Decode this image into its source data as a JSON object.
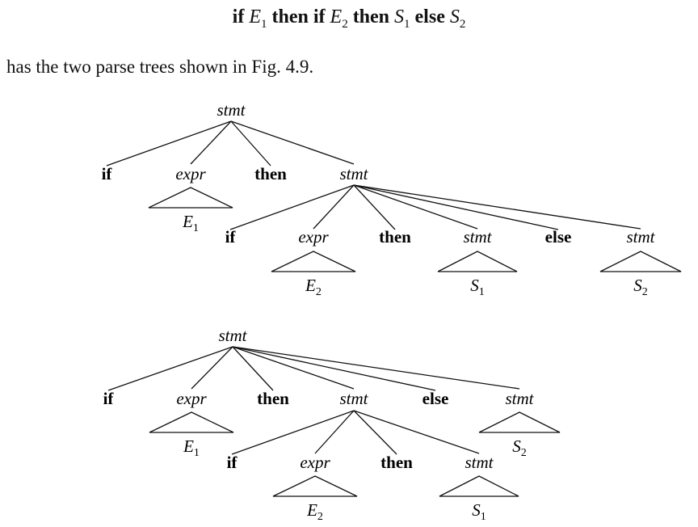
{
  "heading": {
    "kw_if_1": "if",
    "e1_letter": "E",
    "e1_sub": "1",
    "kw_then_1": "then",
    "kw_if_2": "if",
    "e2_letter": "E",
    "e2_sub": "2",
    "kw_then_2": "then",
    "s1_letter": "S",
    "s1_sub": "1",
    "kw_else": "else",
    "s2_letter": "S",
    "s2_sub": "2"
  },
  "caption": "has the two parse trees shown in Fig. 4.9.",
  "trees": [
    {
      "nodes": [
        {
          "id": "t1-root",
          "label": "stmt",
          "kind": "nonterminal"
        },
        {
          "id": "t1-if",
          "label": "if",
          "kind": "keyword"
        },
        {
          "id": "t1-expr",
          "label": "expr",
          "kind": "nonterminal",
          "subtree": {
            "letter": "E",
            "sub": "1"
          }
        },
        {
          "id": "t1-then",
          "label": "then",
          "kind": "keyword"
        },
        {
          "id": "t1-stmt",
          "label": "stmt",
          "kind": "nonterminal"
        },
        {
          "id": "t1-if2",
          "label": "if",
          "kind": "keyword"
        },
        {
          "id": "t1-expr2",
          "label": "expr",
          "kind": "nonterminal",
          "subtree": {
            "letter": "E",
            "sub": "2"
          }
        },
        {
          "id": "t1-then2",
          "label": "then",
          "kind": "keyword"
        },
        {
          "id": "t1-stmt-s1",
          "label": "stmt",
          "kind": "nonterminal",
          "subtree": {
            "letter": "S",
            "sub": "1"
          }
        },
        {
          "id": "t1-else",
          "label": "else",
          "kind": "keyword"
        },
        {
          "id": "t1-stmt-s2",
          "label": "stmt",
          "kind": "nonterminal",
          "subtree": {
            "letter": "S",
            "sub": "2"
          }
        }
      ],
      "edges": [
        [
          "t1-root",
          "t1-if"
        ],
        [
          "t1-root",
          "t1-expr"
        ],
        [
          "t1-root",
          "t1-then"
        ],
        [
          "t1-root",
          "t1-stmt"
        ],
        [
          "t1-stmt",
          "t1-if2"
        ],
        [
          "t1-stmt",
          "t1-expr2"
        ],
        [
          "t1-stmt",
          "t1-then2"
        ],
        [
          "t1-stmt",
          "t1-stmt-s1"
        ],
        [
          "t1-stmt",
          "t1-else"
        ],
        [
          "t1-stmt",
          "t1-stmt-s2"
        ]
      ]
    },
    {
      "nodes": [
        {
          "id": "t2-root",
          "label": "stmt",
          "kind": "nonterminal"
        },
        {
          "id": "t2-if",
          "label": "if",
          "kind": "keyword"
        },
        {
          "id": "t2-expr",
          "label": "expr",
          "kind": "nonterminal",
          "subtree": {
            "letter": "E",
            "sub": "1"
          }
        },
        {
          "id": "t2-then",
          "label": "then",
          "kind": "keyword"
        },
        {
          "id": "t2-stmt",
          "label": "stmt",
          "kind": "nonterminal"
        },
        {
          "id": "t2-else",
          "label": "else",
          "kind": "keyword"
        },
        {
          "id": "t2-stmt-s2",
          "label": "stmt",
          "kind": "nonterminal",
          "subtree": {
            "letter": "S",
            "sub": "2"
          }
        },
        {
          "id": "t2-if2",
          "label": "if",
          "kind": "keyword"
        },
        {
          "id": "t2-expr2",
          "label": "expr",
          "kind": "nonterminal",
          "subtree": {
            "letter": "E",
            "sub": "2"
          }
        },
        {
          "id": "t2-then2",
          "label": "then",
          "kind": "keyword"
        },
        {
          "id": "t2-stmt-s1",
          "label": "stmt",
          "kind": "nonterminal",
          "subtree": {
            "letter": "S",
            "sub": "1"
          }
        }
      ],
      "edges": [
        [
          "t2-root",
          "t2-if"
        ],
        [
          "t2-root",
          "t2-expr"
        ],
        [
          "t2-root",
          "t2-then"
        ],
        [
          "t2-root",
          "t2-stmt"
        ],
        [
          "t2-root",
          "t2-else"
        ],
        [
          "t2-root",
          "t2-stmt-s2"
        ],
        [
          "t2-stmt",
          "t2-if2"
        ],
        [
          "t2-stmt",
          "t2-expr2"
        ],
        [
          "t2-stmt",
          "t2-then2"
        ],
        [
          "t2-stmt",
          "t2-stmt-s1"
        ]
      ]
    }
  ]
}
